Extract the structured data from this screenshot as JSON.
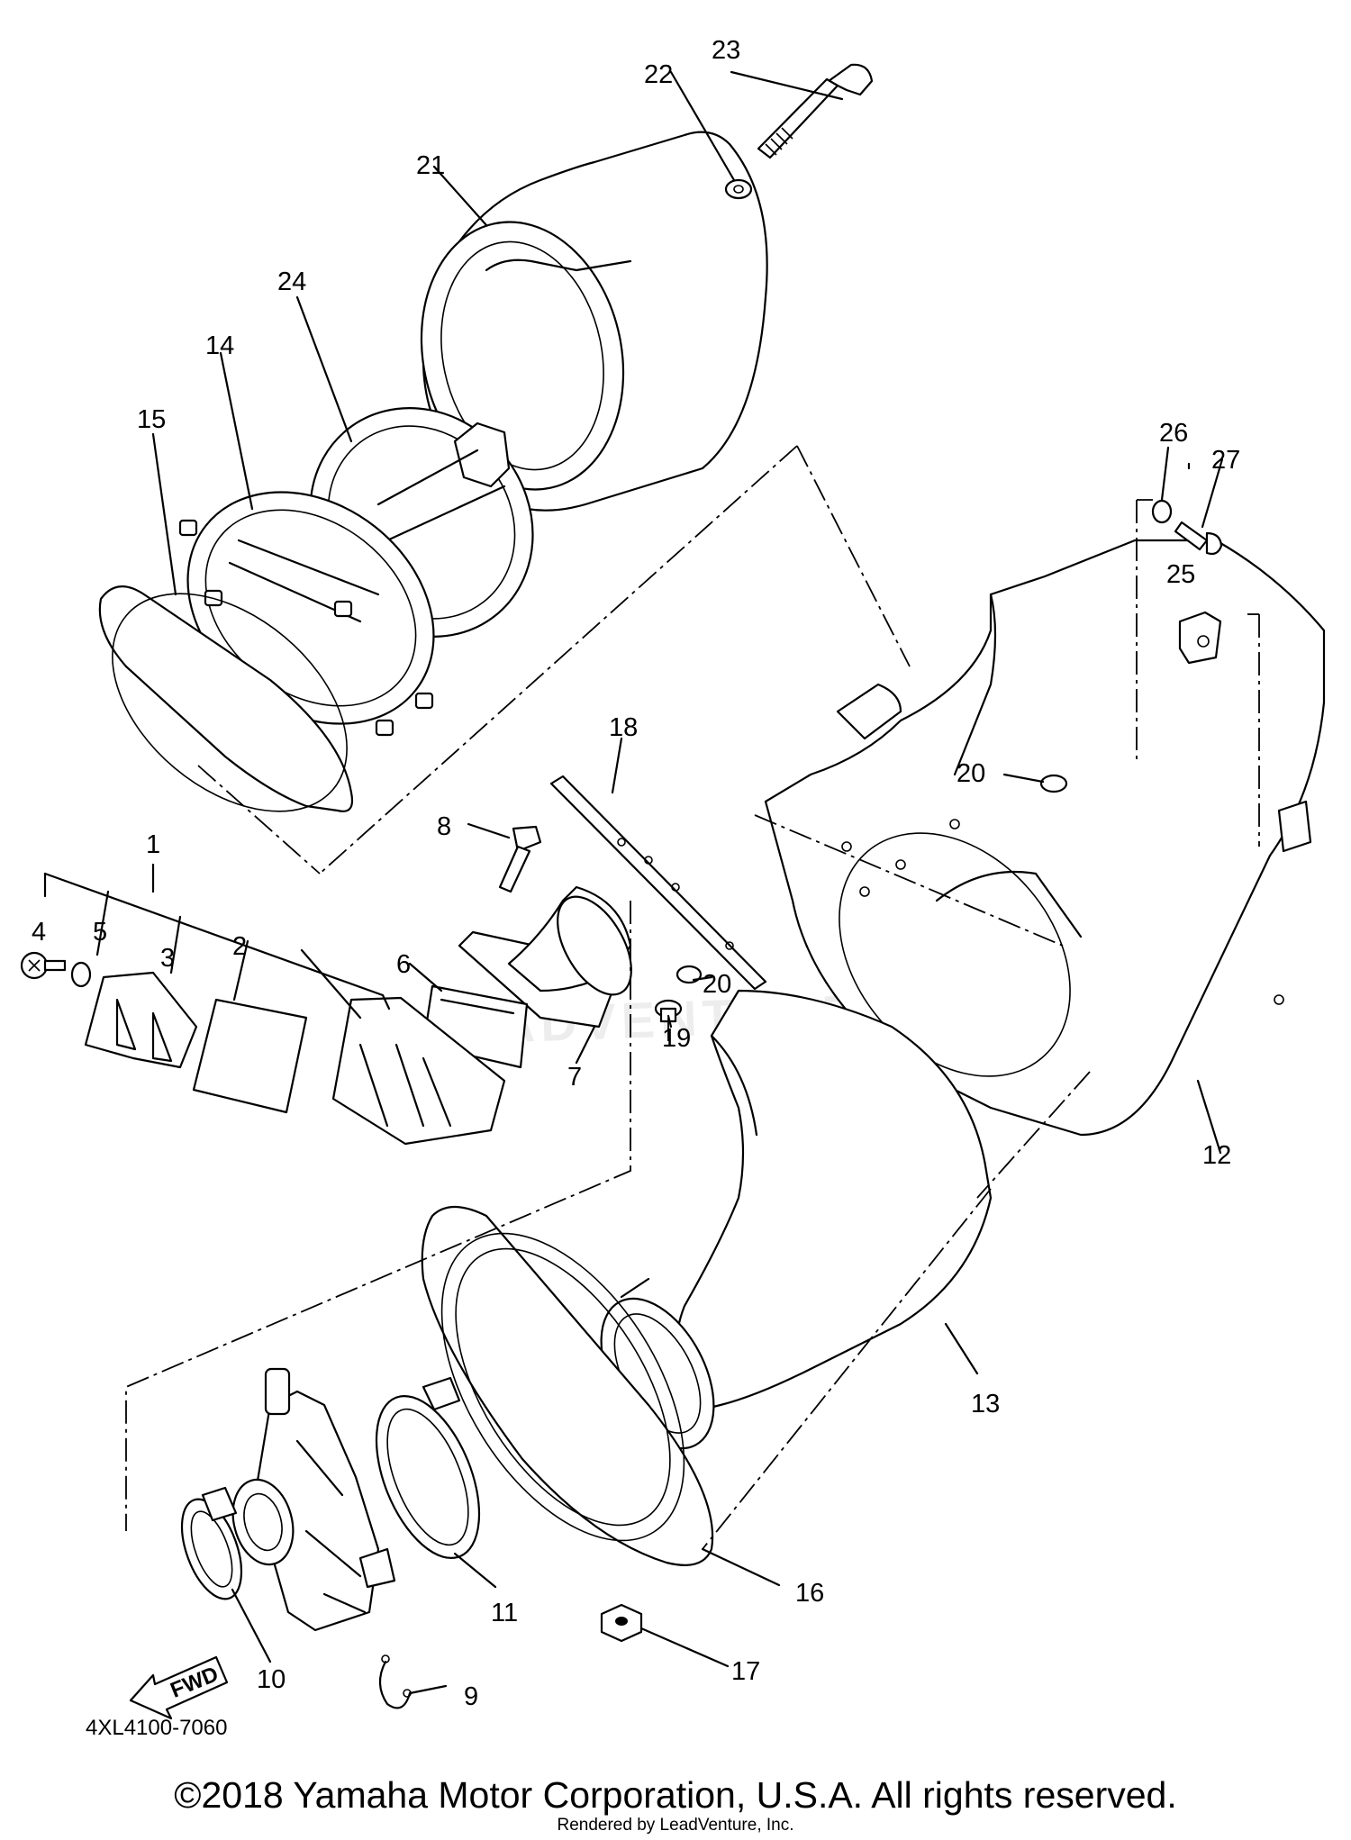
{
  "diagram": {
    "part_code": "4XL4100-7060",
    "fwd_label": "FWD",
    "callouts": [
      "1",
      "2",
      "3",
      "4",
      "5",
      "6",
      "7",
      "8",
      "9",
      "10",
      "11",
      "12",
      "13",
      "14",
      "15",
      "16",
      "17",
      "18",
      "19",
      "20",
      "20",
      "21",
      "22",
      "23",
      "24",
      "25",
      "26",
      "27"
    ]
  },
  "footer": {
    "copyright": "©2018 Yamaha Motor Corporation, U.S.A. All rights reserved.",
    "rendered_by": "Rendered by LeadVenture, Inc."
  },
  "watermark": {
    "text": "LEADVENTURE"
  }
}
